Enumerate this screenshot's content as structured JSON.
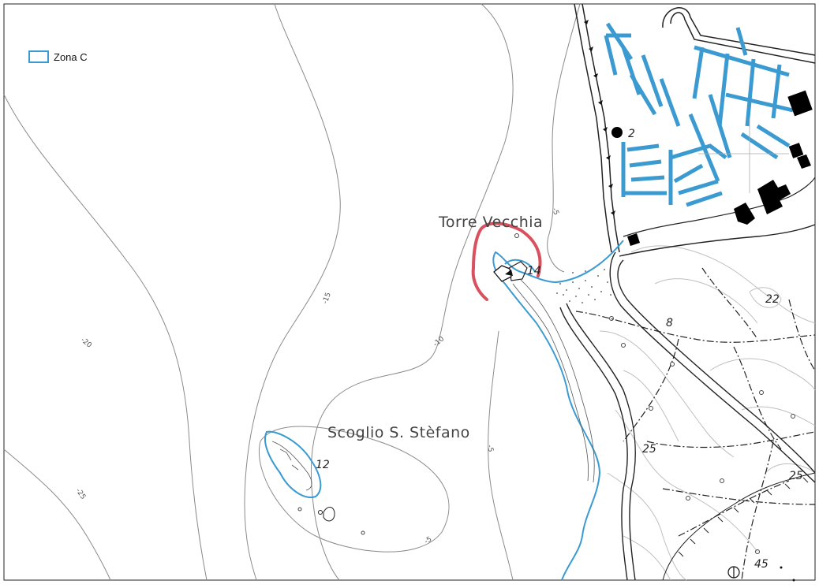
{
  "legend": {
    "zone_label": "Zona C",
    "zone_color": "#3b9bd1"
  },
  "colors": {
    "zone_boundary": "#3b9bd1",
    "highlight_coast": "#d9515e",
    "contour": "#8a8a8a",
    "building": "#000000"
  },
  "places": {
    "torre": "Torre Vecchia",
    "scoglio": "Scoglio S. Stèfano"
  },
  "depth_labels": {
    "d20": "-20",
    "d15": "-15",
    "d10": "-10",
    "d5_island": "-5",
    "d5_channel": "-5",
    "d5_harbor": "-5",
    "d25": "-25"
  },
  "elevation_labels": {
    "e2": "2",
    "e14": "14",
    "e22": "22",
    "e8": "8",
    "e12": "12",
    "e25a": "25",
    "e25b": "25",
    "e45": "45"
  }
}
